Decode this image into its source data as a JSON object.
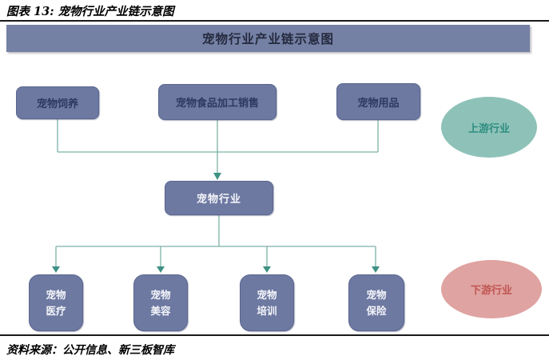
{
  "figure": {
    "caption": "图表 13: 宠物行业产业链示意图",
    "source": "资料来源：公开信息、新三板智库"
  },
  "diagram": {
    "header": "宠物行业产业链示意图",
    "upstream_nodes": [
      {
        "label": "宠物饲养"
      },
      {
        "label": "宠物食品加工销售"
      },
      {
        "label": "宠物用品"
      }
    ],
    "center_node": {
      "label": "宠物行业"
    },
    "downstream_nodes": [
      {
        "label": "宠物医疗",
        "lines": [
          "宠物",
          "医疗"
        ]
      },
      {
        "label": "宠物美容",
        "lines": [
          "宠物",
          "美容"
        ]
      },
      {
        "label": "宠物培训",
        "lines": [
          "宠物",
          "培训"
        ]
      },
      {
        "label": "宠物保险",
        "lines": [
          "宠物",
          "保险"
        ]
      }
    ],
    "upstream_badge": {
      "label": "上游行业"
    },
    "downstream_badge": {
      "label": "下游行业"
    }
  },
  "colors": {
    "page_bg": "#ffffff",
    "rule_color": "#1a1a1a",
    "header_bg": "#7480a4",
    "header_text": "#252a3e",
    "node_fill": "#6d79a1",
    "node_border": "#5a668f",
    "node_text_dark": "#2f3860",
    "node_text_light": "#f4f5fa",
    "connector_line": "#7bb2a5",
    "arrowhead": "#3f9183",
    "upstream_fill": "#8ec2b9",
    "upstream_text": "#2f8d80",
    "downstream_fill": "#dfa3a1",
    "downstream_text": "#c05552"
  }
}
